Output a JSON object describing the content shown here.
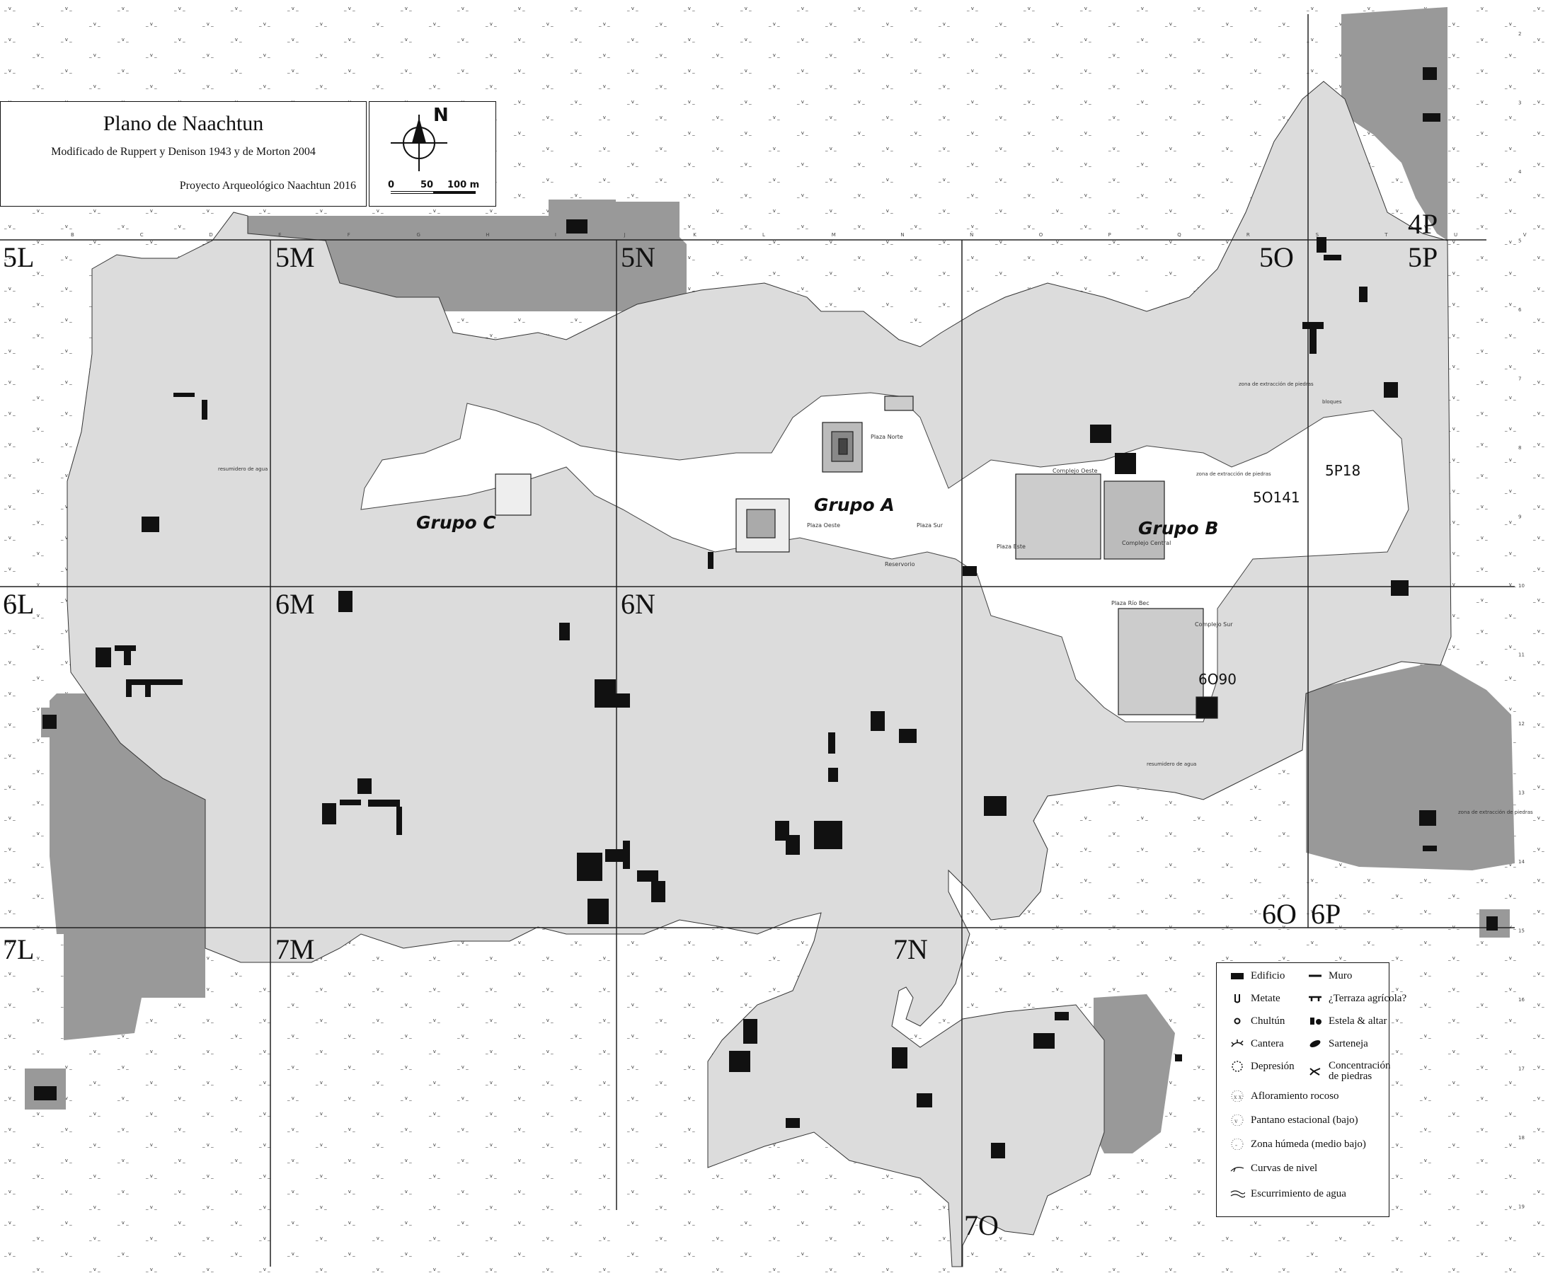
{
  "title": {
    "heading": "Plano de Naachtun",
    "credit": "Modificado de Ruppert y Denison 1943 y de Morton 2004",
    "project": "Proyecto Arqueológico Naachtun 2016"
  },
  "north_arrow": {
    "letter": "N"
  },
  "scale_bar": {
    "labels": [
      "0",
      "50",
      "100 m"
    ]
  },
  "sectors": [
    "5L",
    "5M",
    "5N",
    "5O",
    "4P",
    "5P",
    "6L",
    "6M",
    "6N",
    "6O",
    "6P",
    "7L",
    "7M",
    "7N",
    "7O"
  ],
  "groups": [
    "Grupo C",
    "Grupo A",
    "Grupo B"
  ],
  "structures": [
    "5O141",
    "5P18",
    "6O90"
  ],
  "plazas": [
    "Plaza Norte",
    "Plaza Oeste",
    "Plaza Sur",
    "Plaza Este",
    "Plaza Río Bec",
    "Complejo Oeste",
    "Complejo Central",
    "Complejo Sur",
    "Reservorio"
  ],
  "annotations": {
    "resumidero_1": "resumidero de agua",
    "resumidero_2": "resumidero de agua",
    "extraccion_1": "zona de extracción de piedras",
    "extraccion_2": "zona de extracción de piedras",
    "extraccion_3": "zona de extracción de piedras",
    "bloques": "bloques"
  },
  "grid": {
    "columns": [
      "B",
      "C",
      "D",
      "E",
      "F",
      "G",
      "H",
      "I",
      "J",
      "K",
      "L",
      "M",
      "N",
      "Ñ",
      "O",
      "P",
      "Q",
      "R",
      "S",
      "T",
      "U",
      "V"
    ],
    "rows": [
      "2",
      "3",
      "4",
      "5",
      "6",
      "7",
      "8",
      "9",
      "10",
      "11",
      "12",
      "13",
      "14",
      "15",
      "16",
      "17",
      "18",
      "19"
    ]
  },
  "legend": {
    "items": [
      {
        "label": "Edificio",
        "symbol": "building-icon"
      },
      {
        "label": "Muro",
        "symbol": "wall-icon"
      },
      {
        "label": "Metate",
        "symbol": "metate-icon"
      },
      {
        "label": "¿Terraza agrícola?",
        "symbol": "terrace-icon"
      },
      {
        "label": "Chultún",
        "symbol": "chultun-icon"
      },
      {
        "label": "Estela & altar",
        "symbol": "stela-altar-icon"
      },
      {
        "label": "Cantera",
        "symbol": "quarry-icon"
      },
      {
        "label": "Sarteneja",
        "symbol": "sarteneja-icon"
      },
      {
        "label": "Depresión",
        "symbol": "depression-icon"
      },
      {
        "label": "Concentración de piedras",
        "symbol": "stone-concentration-icon"
      },
      {
        "label": "Afloramiento rocoso",
        "symbol": "rock-outcrop-icon"
      },
      {
        "label": "Pantano estacional (bajo)",
        "symbol": "seasonal-swamp-icon"
      },
      {
        "label": "Zona húmeda (medio bajo)",
        "symbol": "wet-zone-icon"
      },
      {
        "label": "Curvas de nivel",
        "symbol": "contour-icon"
      },
      {
        "label": "Escurrimiento de agua",
        "symbol": "runoff-icon"
      }
    ]
  },
  "colors": {
    "site_area": "#dcdcdc",
    "monumental_core": "#ffffff",
    "unsurveyed": "#999999",
    "building": "#111111",
    "grid_line": "#222222"
  }
}
